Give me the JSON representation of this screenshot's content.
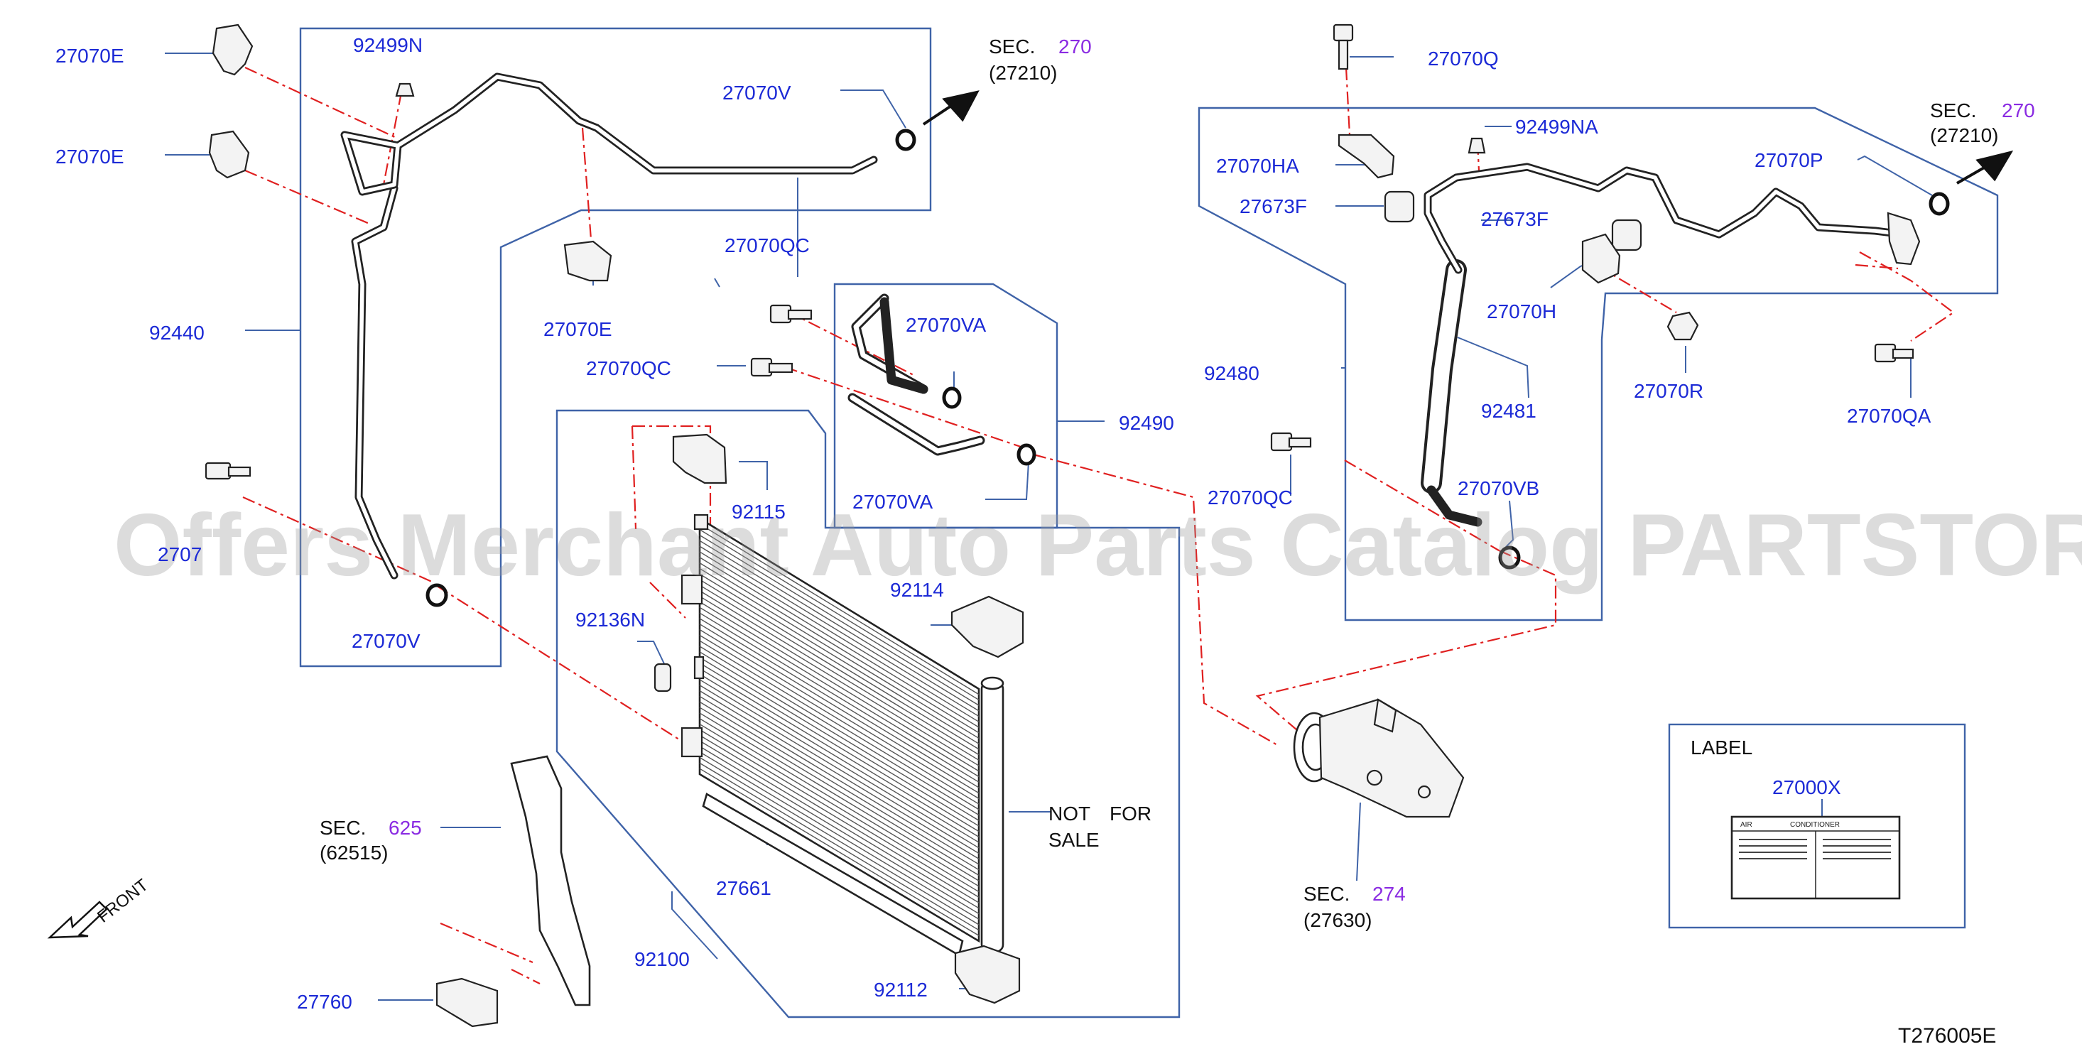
{
  "part_numbers": {
    "p27070E_a": "27070E",
    "p27070E_b": "27070E",
    "p27070E_c": "27070E",
    "p92499N": "92499N",
    "p27070V_top": "27070V",
    "p27070V_bot": "27070V",
    "p92440": "92440",
    "p2707_cut": "2707",
    "p27070QC_1": "27070QC",
    "p27070QC_2": "27070QC",
    "p27070QC_3": "27070QC",
    "p27070VA_1": "27070VA",
    "p27070VA_2": "27070VA",
    "p92490": "92490",
    "p92115": "92115",
    "p92114": "92114",
    "p92136N": "92136N",
    "p27661": "27661",
    "p92100": "92100",
    "p92112": "92112",
    "p27760": "27760",
    "p27070Q": "27070Q",
    "p92499NA": "92499NA",
    "p27070HA": "27070HA",
    "p27673F_1": "27673F",
    "p27673F_2": "27673F",
    "p27070P": "27070P",
    "p27070H": "27070H",
    "p92480": "92480",
    "p92481": "92481",
    "p27070R": "27070R",
    "p27070QA": "27070QA",
    "p27070VB": "27070VB"
  },
  "section_refs": {
    "sec_word": "SEC.",
    "sec270_a": {
      "num": "270",
      "sub": "(27210)"
    },
    "sec270_b": {
      "num": "270",
      "sub": "(27210)"
    },
    "sec625": {
      "num": "625",
      "sub": "(62515)"
    },
    "sec274": {
      "num": "274",
      "sub": "(27630)"
    }
  },
  "notes": {
    "not_for_line1": "NOT",
    "not_for_line2": "FOR",
    "sale": "SALE",
    "front": "FRONT"
  },
  "label_box": {
    "title": "LABEL",
    "part": "27000X",
    "sticker_left": "AIR",
    "sticker_mid": "CONDITIONER"
  },
  "diagram_code": "T276005E",
  "watermark": "Offers Merchant Auto Parts Catalog PARTSTORE.SA",
  "colors": {
    "part_number": "#1c2ad6",
    "section_number": "#8a2be2",
    "leader": "#3f63a8",
    "dashed_line": "#e02020"
  }
}
